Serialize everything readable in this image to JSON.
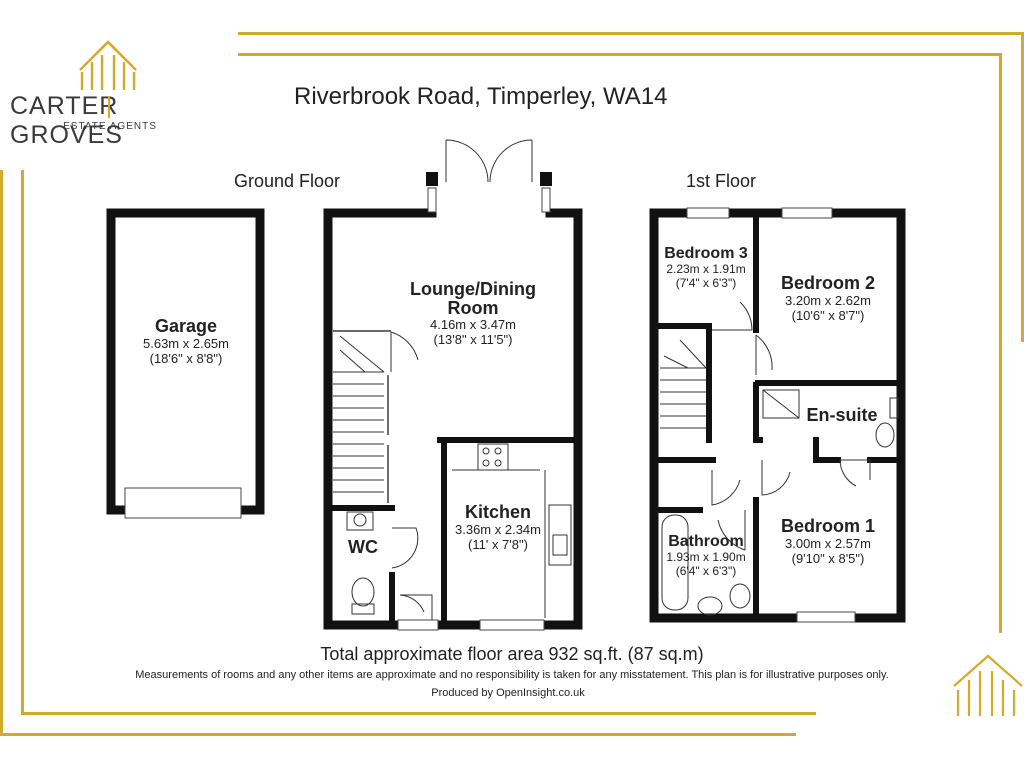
{
  "brand": {
    "name": "CARTER GROVES",
    "tagline": "ESTATE AGENTS",
    "accent_color": "#d4aa2a",
    "logo_icon": "house-roof-lines-icon"
  },
  "plan": {
    "title": "Riverbrook Road, Timperley, WA14",
    "floors": {
      "ground": "Ground Floor",
      "first": "1st Floor"
    },
    "rooms": {
      "garage": {
        "name": "Garage",
        "metric": "5.63m x 2.65m",
        "imperial": "(18'6\" x 8'8\")"
      },
      "lounge": {
        "name": "Lounge/Dining\nRoom",
        "metric": "4.16m x 3.47m",
        "imperial": "(13'8\" x 11'5\")"
      },
      "kitchen": {
        "name": "Kitchen",
        "metric": "3.36m x 2.34m",
        "imperial": "(11' x 7'8\")"
      },
      "wc": {
        "name": "WC"
      },
      "bedroom3": {
        "name": "Bedroom 3",
        "metric": "2.23m x 1.91m",
        "imperial": "(7'4\" x 6'3\")"
      },
      "bedroom2": {
        "name": "Bedroom 2",
        "metric": "3.20m x 2.62m",
        "imperial": "(10'6\" x 8'7\")"
      },
      "ensuite": {
        "name": "En-suite"
      },
      "bathroom": {
        "name": "Bathroom",
        "metric": "1.93m x 1.90m",
        "imperial": "(6'4\" x 6'3\")"
      },
      "bedroom1": {
        "name": "Bedroom 1",
        "metric": "3.00m x 2.57m",
        "imperial": "(9'10\" x 8'5\")"
      }
    },
    "total_area": "Total approximate floor area 932 sq.ft. (87 sq.m)",
    "disclaimer": "Measurements of rooms and any other items are approximate and no responsibility is taken for any misstatement. This plan is for illustrative purposes only.",
    "produced_by": "Produced by OpenInsight.co.uk"
  }
}
